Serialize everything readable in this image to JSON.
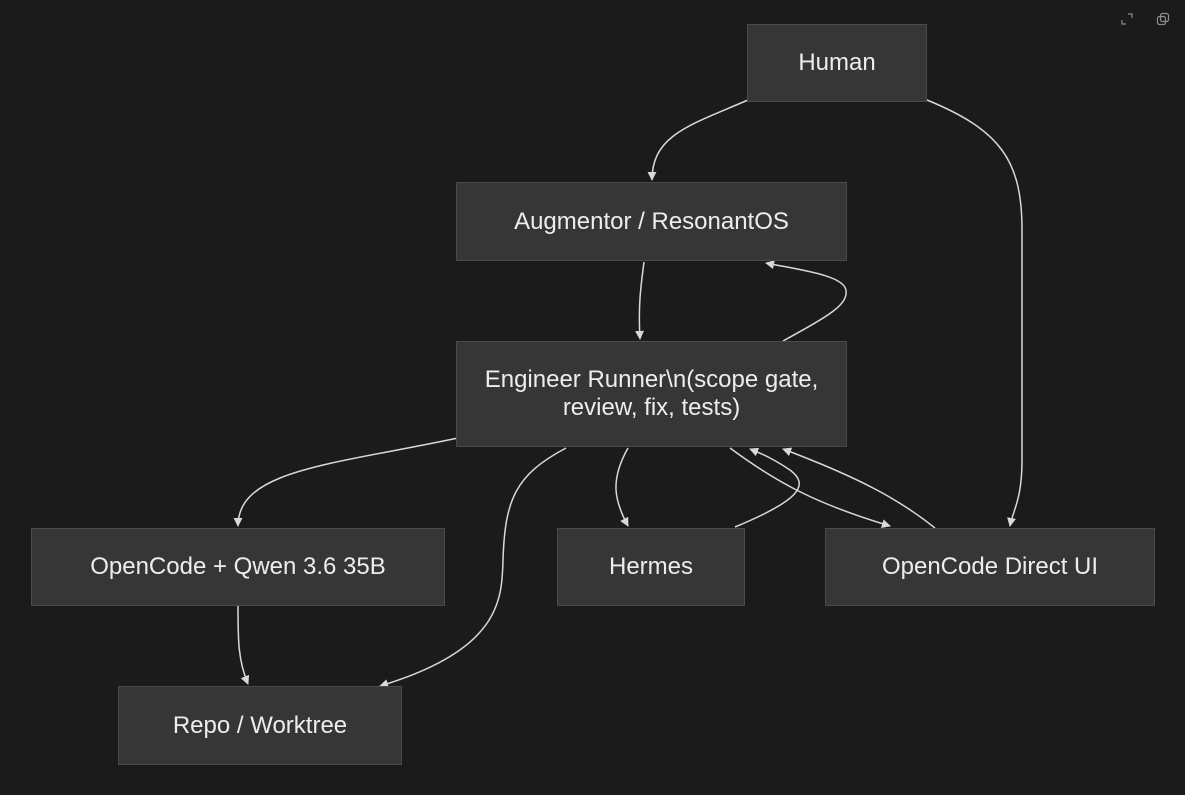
{
  "nodes": {
    "human": "Human",
    "augmentor": "Augmentor / ResonantOS",
    "runner": "Engineer Runner\\n(scope gate, review, fix, tests)",
    "opencode_qwen": "OpenCode + Qwen 3.6 35B",
    "hermes": "Hermes",
    "direct_ui": "OpenCode Direct UI",
    "repo": "Repo / Worktree"
  },
  "edges": [
    {
      "from": "human",
      "to": "augmentor"
    },
    {
      "from": "human",
      "to": "direct_ui"
    },
    {
      "from": "augmentor",
      "to": "runner"
    },
    {
      "from": "runner",
      "to": "augmentor"
    },
    {
      "from": "runner",
      "to": "opencode_qwen"
    },
    {
      "from": "runner",
      "to": "repo"
    },
    {
      "from": "runner",
      "to": "hermes"
    },
    {
      "from": "runner",
      "to": "direct_ui"
    },
    {
      "from": "hermes",
      "to": "runner"
    },
    {
      "from": "direct_ui",
      "to": "runner"
    },
    {
      "from": "opencode_qwen",
      "to": "repo"
    }
  ],
  "toolbar": {
    "expand_icon": "expand-icon",
    "copy_icon": "copy-icon"
  },
  "colors": {
    "background": "#1b1b1c",
    "node_fill": "#363637",
    "node_border": "#4a4a4c",
    "edge": "#d9d9d9",
    "text": "#ededed"
  }
}
